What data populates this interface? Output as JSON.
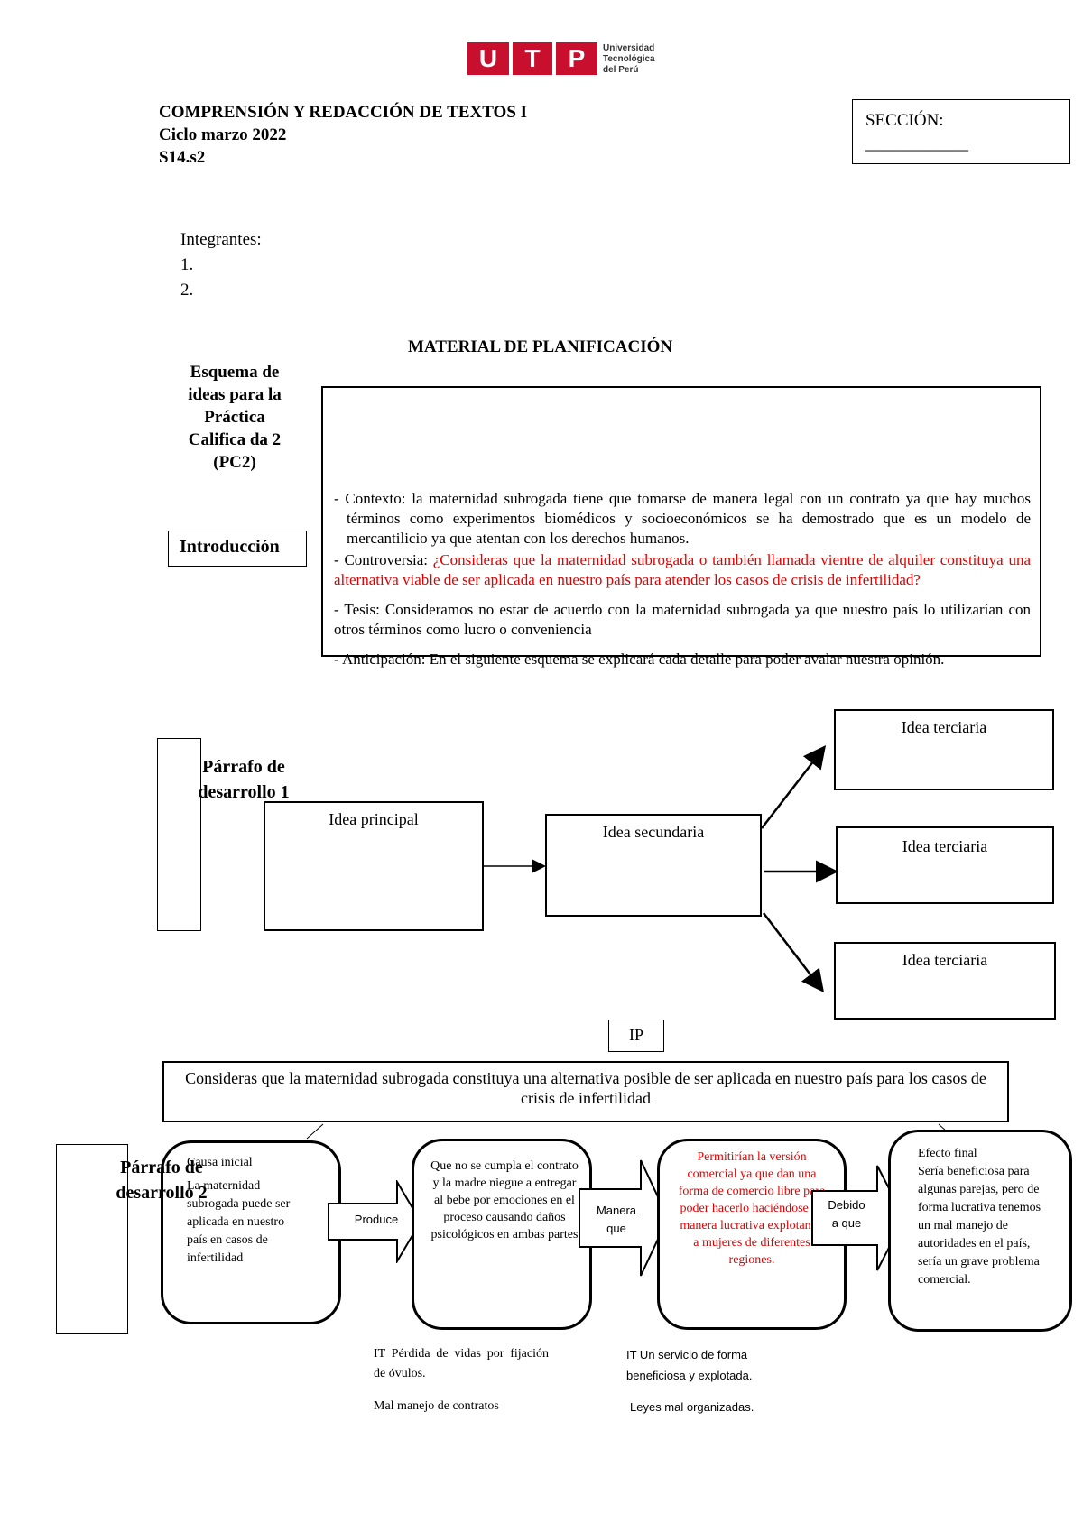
{
  "logo": {
    "letters": [
      "U",
      "T",
      "P"
    ],
    "line1": "Universidad",
    "line2": "Tecnológica",
    "line3": "del Perú",
    "brand_color": "#c8102e"
  },
  "header": {
    "course": "COMPRENSIÓN Y REDACCIÓN DE TEXTOS I",
    "cycle": "Ciclo marzo 2022",
    "session": "S14.s2",
    "section_label": "SECCIÓN:",
    "section_blank": "____________"
  },
  "members": {
    "label": "Integrantes:",
    "item1": "1.",
    "item2": "2."
  },
  "material_title": "MATERIAL DE PLANIFICACIÓN",
  "schema_title": [
    "Esquema de",
    "ideas para la",
    "Práctica",
    "Califica da 2",
    "(PC2)"
  ],
  "intro": {
    "label": "Introducción",
    "context": "- Contexto: la maternidad subrogada tiene que tomarse de manera legal con un contrato ya que hay muchos términos como experimentos biomédicos y socioeconómicos se ha demostrado que es un modelo de mercantilicio ya que atentan con los derechos humanos.",
    "controversy_label": "- Controversia: ",
    "controversy_text": "¿Consideras que la maternidad subrogada o también llamada vientre de alquiler constituya una alternativa viable de ser aplicada en nuestro país para atender los casos de crisis de infertilidad?",
    "thesis": "- Tesis: Consideramos no estar de acuerdo con la maternidad subrogada ya que nuestro país lo utilizarían con otros términos como lucro o conveniencia",
    "anticipation": "- Anticipación: En el siguiente esquema se explicará cada detalle para poder avalar nuestra opinión."
  },
  "paragraph1": {
    "label1": "Párrafo de",
    "label2": "desarrollo 1",
    "main_idea": "Idea principal",
    "secondary_idea": "Idea secundaria",
    "tertiary_1": "Idea terciaria",
    "tertiary_2": "Idea terciaria",
    "tertiary_3": "Idea terciaria"
  },
  "paragraph2": {
    "ip_label": "IP",
    "ip_text": "Consideras que la maternidad subrogada constituya una alternativa posible de ser aplicada en nuestro país para los casos de crisis de infertilidad",
    "label1": "Párrafo de",
    "label2": "desarrollo 2",
    "cause_title": "Causa inicial",
    "cause_text": "La maternidad subrogada puede ser aplicada en nuestro país en casos de infertilidad",
    "arrow1": "Produce",
    "box2_text": "Que no se cumpla el contrato y la madre niegue a entregar al bebe por emociones en el proceso causando daños psicológicos en ambas partes",
    "arrow2_line1": "Manera",
    "arrow2_line2": "que",
    "box3_text": "Permitirían la versión comercial ya que dan una forma de comercio libre para poder hacerlo haciéndose de manera lucrativa explotando a mujeres de diferentes regiones.",
    "arrow3_line1": "Debido",
    "arrow3_line2": "a que",
    "effect_title": "Efecto final",
    "effect_text": "Sería beneficiosa para algunas parejas, pero de forma lucrativa tenemos un mal manejo de autoridades en el país, sería un grave problema comercial.",
    "it1_line1": "IT   Pérdida de vidas por fijación de óvulos.",
    "it1_line2": "Mal manejo de contratos",
    "it2_line1": "IT Un servicio de forma beneficiosa y explotada.",
    "it2_line2": "Leyes mal organizadas."
  }
}
